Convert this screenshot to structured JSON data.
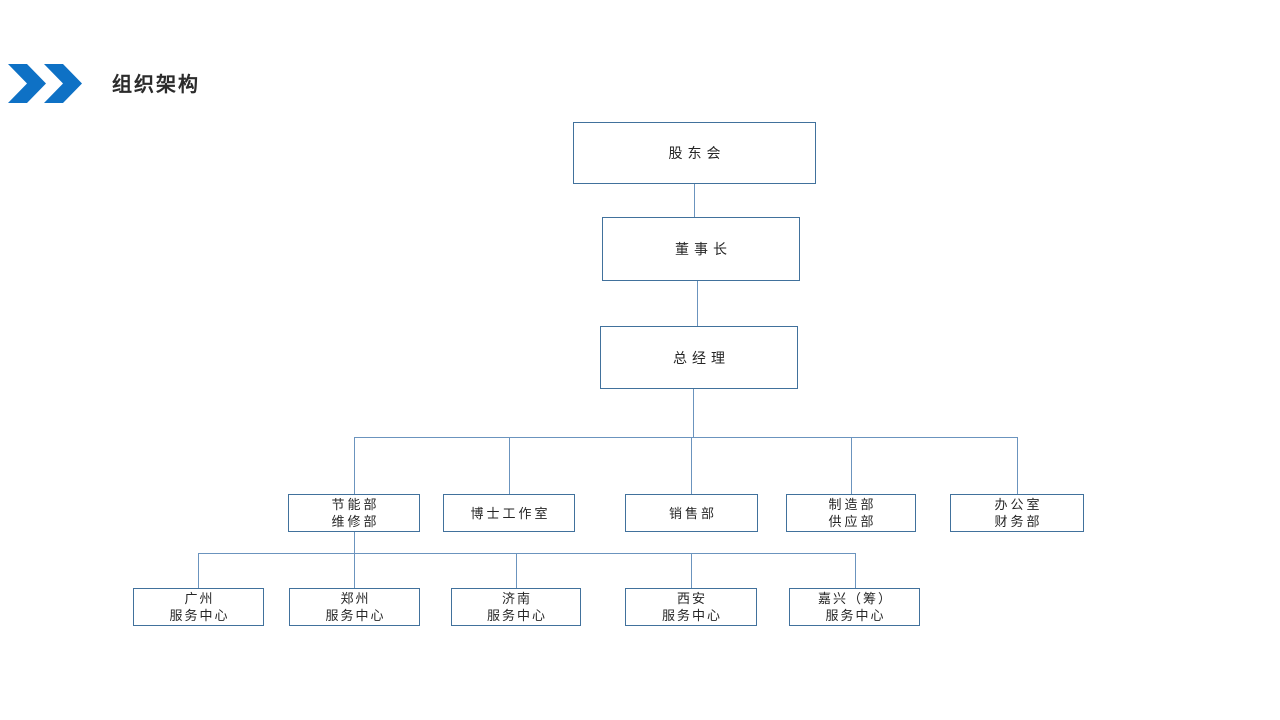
{
  "title": {
    "text": "组织架构"
  },
  "icons": {
    "marker": "double-chevron-right"
  },
  "colors": {
    "accent": "#0E71C5",
    "line-strong": "#41719C",
    "line": "#6B94BE",
    "ink": "#262626",
    "title-ink": "#2B2B2B"
  },
  "org": {
    "top_nodes": [
      {
        "label": "股东会"
      },
      {
        "label": "董事长"
      },
      {
        "label": "总经理"
      }
    ],
    "departments": [
      {
        "line1": "节能部",
        "line2": "维修部"
      },
      {
        "line1": "博士工作室",
        "line2": ""
      },
      {
        "line1": "销售部",
        "line2": ""
      },
      {
        "line1": "制造部",
        "line2": "供应部"
      },
      {
        "line1": "办公室",
        "line2": "财务部"
      }
    ],
    "service_centers": [
      {
        "line1": "广州",
        "line2": "服务中心"
      },
      {
        "line1": "郑州",
        "line2": "服务中心"
      },
      {
        "line1": "济南",
        "line2": "服务中心"
      },
      {
        "line1": "西安",
        "line2": "服务中心"
      },
      {
        "line1": "嘉兴（筹）",
        "line2": "服务中心"
      }
    ]
  }
}
